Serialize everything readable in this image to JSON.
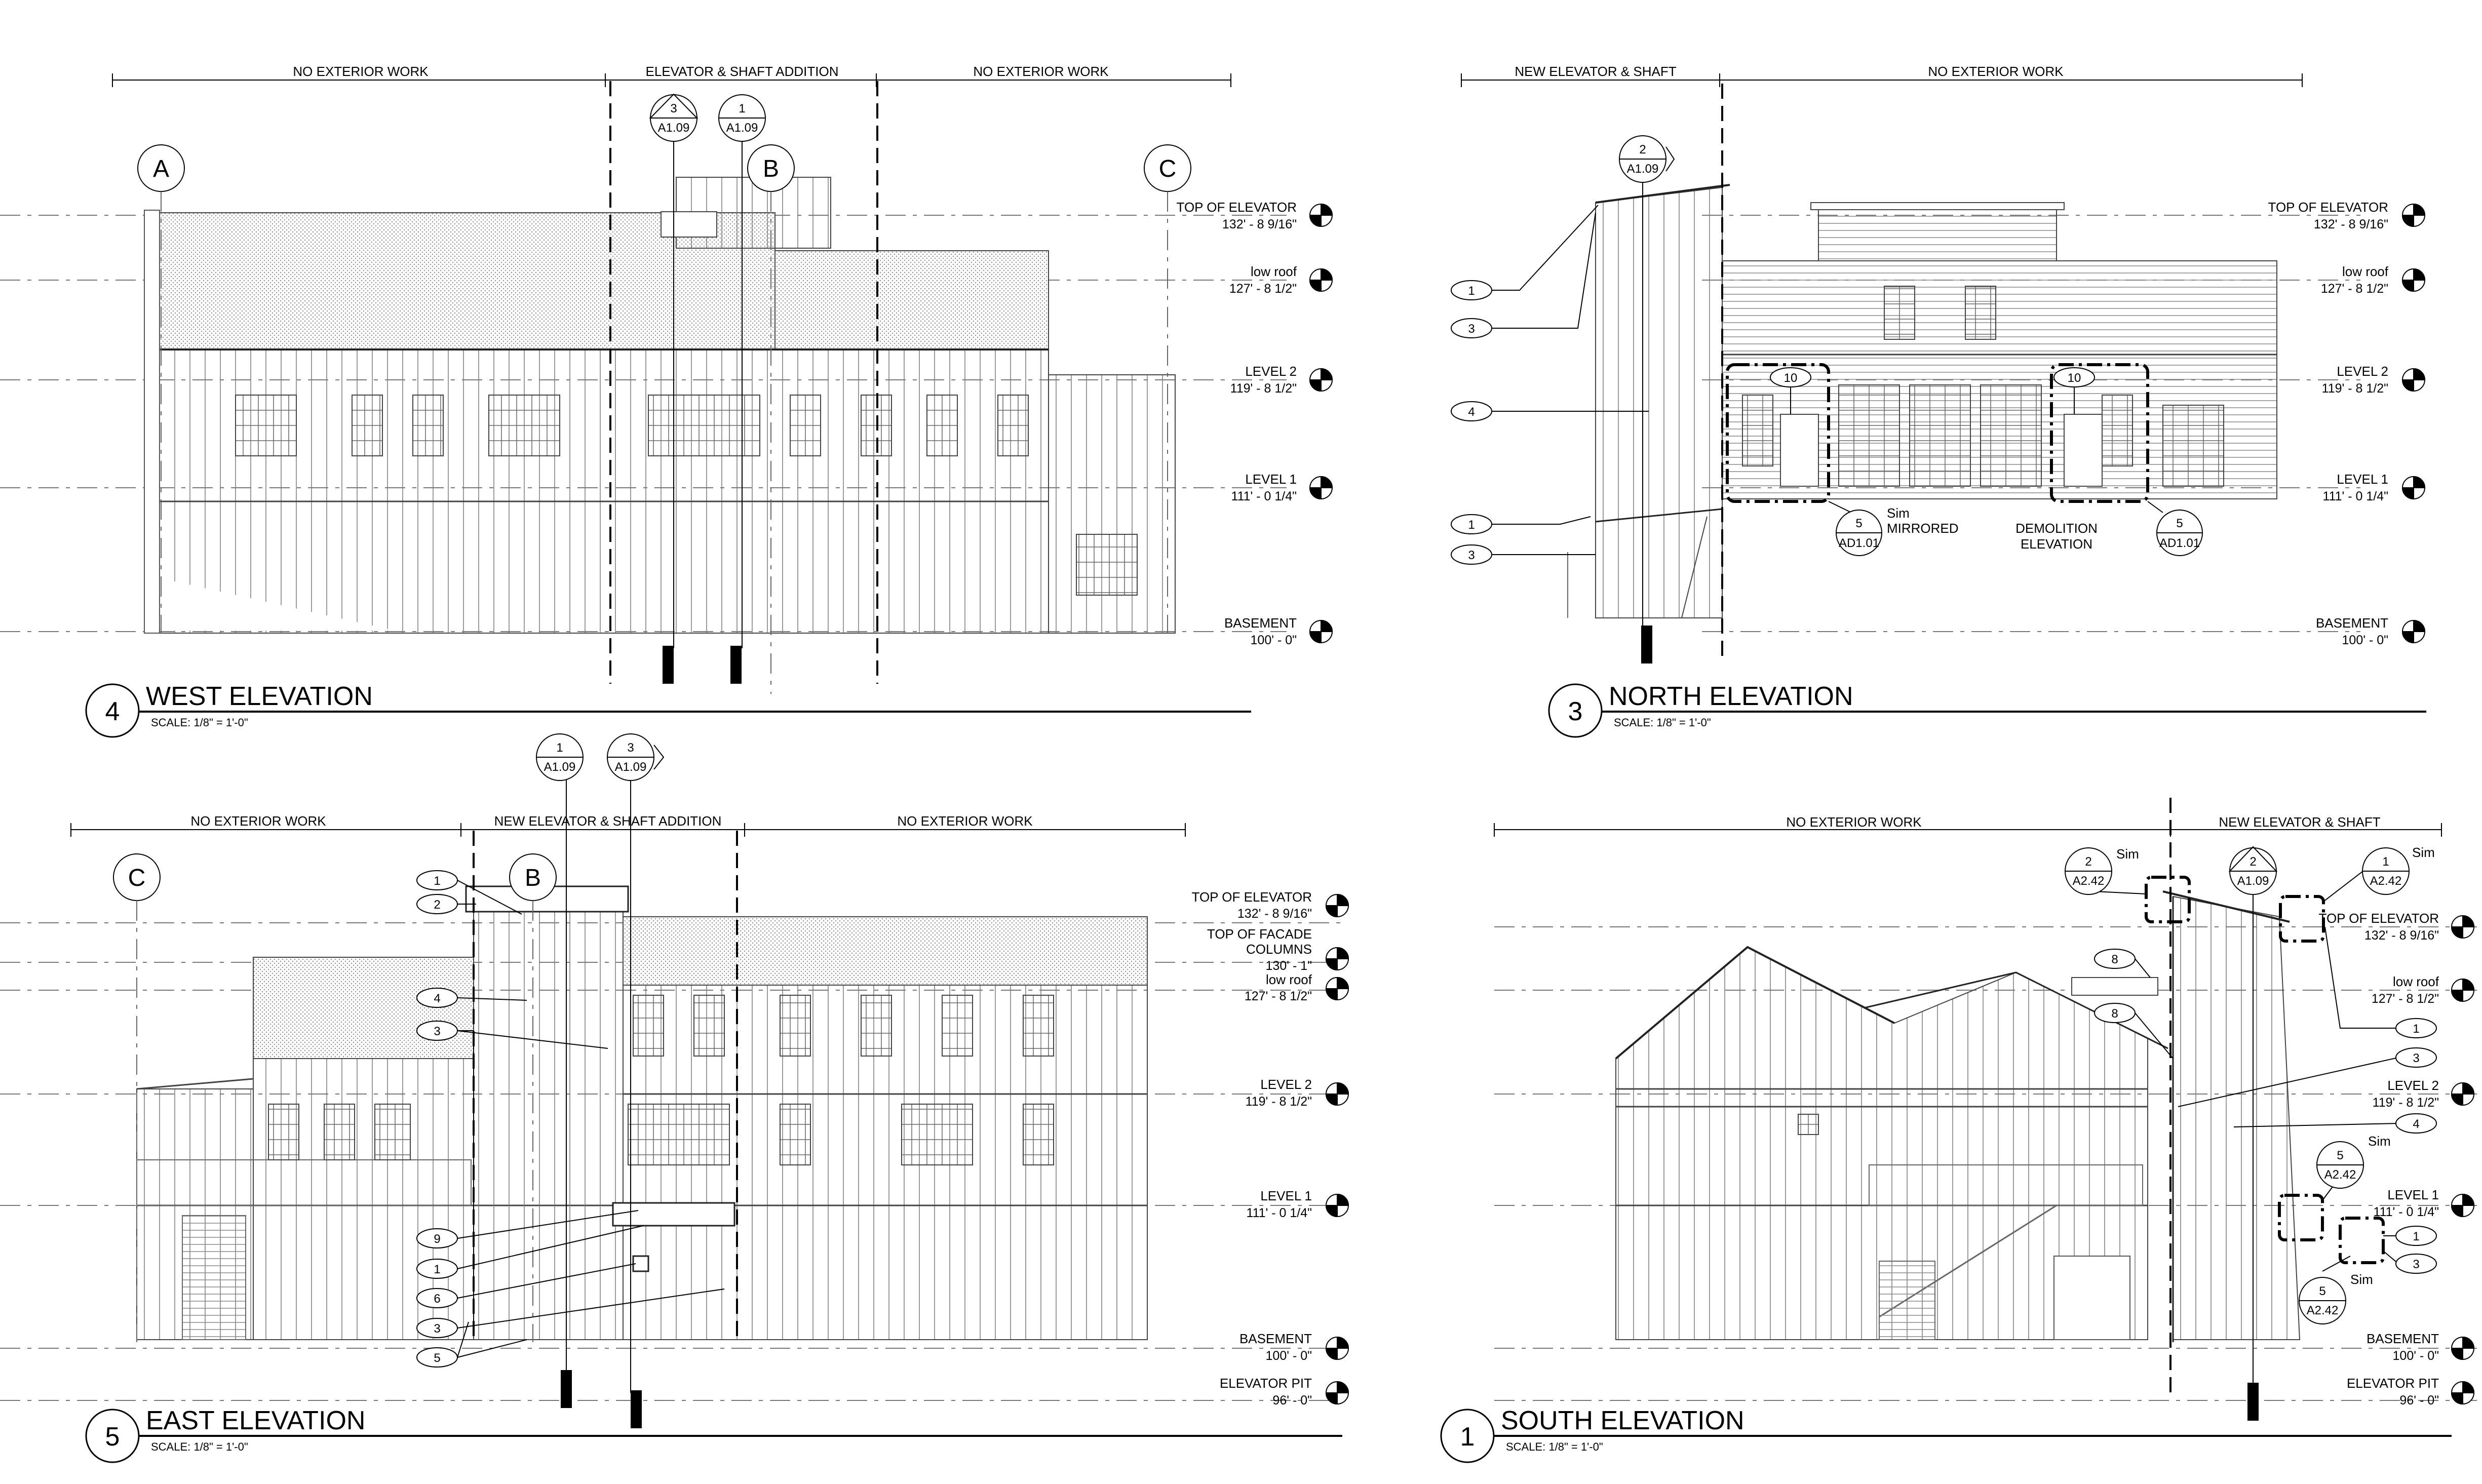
{
  "views": [
    {
      "number": "4",
      "title": "WEST ELEVATION",
      "scale": "SCALE:   1/8\" = 1'-0\"",
      "zones": [
        "NO EXTERIOR WORK",
        "ELEVATOR & SHAFT ADDITION",
        "NO EXTERIOR WORK"
      ],
      "grids": [
        "A",
        "B",
        "C"
      ],
      "section_tags": [
        {
          "num": "3",
          "sheet": "A1.09"
        },
        {
          "num": "1",
          "sheet": "A1.09"
        }
      ],
      "levels": [
        {
          "name": "TOP OF ELEVATOR",
          "value": "132' - 8 9/16\""
        },
        {
          "name": "low roof",
          "value": "127' - 8 1/2\""
        },
        {
          "name": "LEVEL 2",
          "value": "119' - 8 1/2\""
        },
        {
          "name": "LEVEL 1",
          "value": "111' - 0 1/4\""
        },
        {
          "name": "BASEMENT",
          "value": "100' - 0\""
        }
      ]
    },
    {
      "number": "3",
      "title": "NORTH ELEVATION",
      "scale": "SCALE:   1/8\" = 1'-0\"",
      "zones": [
        "NEW ELEVATOR & SHAFT",
        "NO EXTERIOR WORK"
      ],
      "section_tags": [
        {
          "num": "2",
          "sheet": "A1.09"
        }
      ],
      "keynotes": [
        "1",
        "3",
        "4",
        "1",
        "3",
        "10",
        "10"
      ],
      "detail_tags": [
        {
          "num": "5",
          "sheet": "AD1.01"
        },
        {
          "num": "5",
          "sheet": "AD1.01"
        }
      ],
      "notes": [
        "Sim",
        "MIRRORED",
        "DEMOLITION",
        "ELEVATION"
      ],
      "levels": [
        {
          "name": "TOP OF ELEVATOR",
          "value": "132' - 8 9/16\""
        },
        {
          "name": "low roof",
          "value": "127' - 8 1/2\""
        },
        {
          "name": "LEVEL 2",
          "value": "119' - 8 1/2\""
        },
        {
          "name": "LEVEL 1",
          "value": "111' - 0 1/4\""
        },
        {
          "name": "BASEMENT",
          "value": "100' - 0\""
        }
      ]
    },
    {
      "number": "5",
      "title": "EAST ELEVATION",
      "scale": "SCALE:   1/8\" = 1'-0\"",
      "zones": [
        "NO EXTERIOR WORK",
        "NEW ELEVATOR & SHAFT ADDITION",
        "NO EXTERIOR WORK"
      ],
      "grids": [
        "C",
        "B"
      ],
      "section_tags": [
        {
          "num": "1",
          "sheet": "A1.09"
        },
        {
          "num": "3",
          "sheet": "A1.09"
        }
      ],
      "keynotes": [
        "1",
        "2",
        "4",
        "3",
        "9",
        "1",
        "6",
        "3",
        "5"
      ],
      "levels": [
        {
          "name": "TOP OF ELEVATOR",
          "value": "132' - 8 9/16\""
        },
        {
          "name": "TOP OF FACADE",
          "name2": "COLUMNS",
          "value": "130' - 1\""
        },
        {
          "name": "low roof",
          "value": "127' - 8 1/2\""
        },
        {
          "name": "LEVEL 2",
          "value": "119' - 8 1/2\""
        },
        {
          "name": "LEVEL 1",
          "value": "111' - 0 1/4\""
        },
        {
          "name": "BASEMENT",
          "value": "100' - 0\""
        },
        {
          "name": "ELEVATOR PIT",
          "value": "96' - 0\""
        }
      ]
    },
    {
      "number": "1",
      "title": "SOUTH ELEVATION",
      "scale": "SCALE:   1/8\" = 1'-0\"",
      "zones": [
        "NO EXTERIOR WORK",
        "NEW ELEVATOR & SHAFT"
      ],
      "section_tags": [
        {
          "num": "2",
          "sheet": "A1.09"
        }
      ],
      "detail_tags": [
        {
          "num": "2",
          "sheet": "A2.42"
        },
        {
          "num": "1",
          "sheet": "A2.42"
        },
        {
          "num": "5",
          "sheet": "A2.42"
        },
        {
          "num": "5",
          "sheet": "A2.42"
        }
      ],
      "keynotes": [
        "8",
        "8",
        "1",
        "3",
        "4",
        "1",
        "3"
      ],
      "notes": [
        "Sim",
        "Sim",
        "Sim",
        "Sim"
      ],
      "levels": [
        {
          "name": "TOP OF ELEVATOR",
          "value": "132' - 8 9/16\""
        },
        {
          "name": "low roof",
          "value": "127' - 8 1/2\""
        },
        {
          "name": "LEVEL 2",
          "value": "119' - 8 1/2\""
        },
        {
          "name": "LEVEL 1",
          "value": "111' - 0 1/4\""
        },
        {
          "name": "BASEMENT",
          "value": "100' - 0\""
        },
        {
          "name": "ELEVATOR PIT",
          "value": "96' - 0\""
        }
      ]
    }
  ]
}
